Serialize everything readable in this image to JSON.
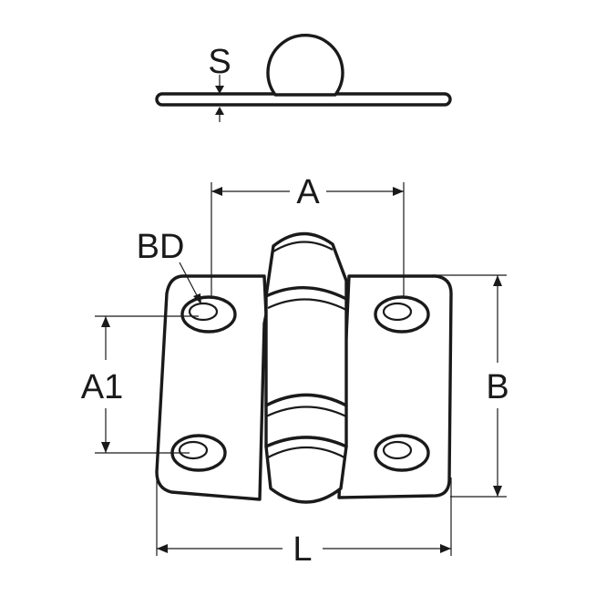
{
  "labels": {
    "s": "S",
    "a": "A",
    "bd": "BD",
    "a1": "A1",
    "b": "B",
    "l": "L"
  },
  "colors": {
    "line": "#1a1a1a",
    "background": "#ffffff"
  }
}
